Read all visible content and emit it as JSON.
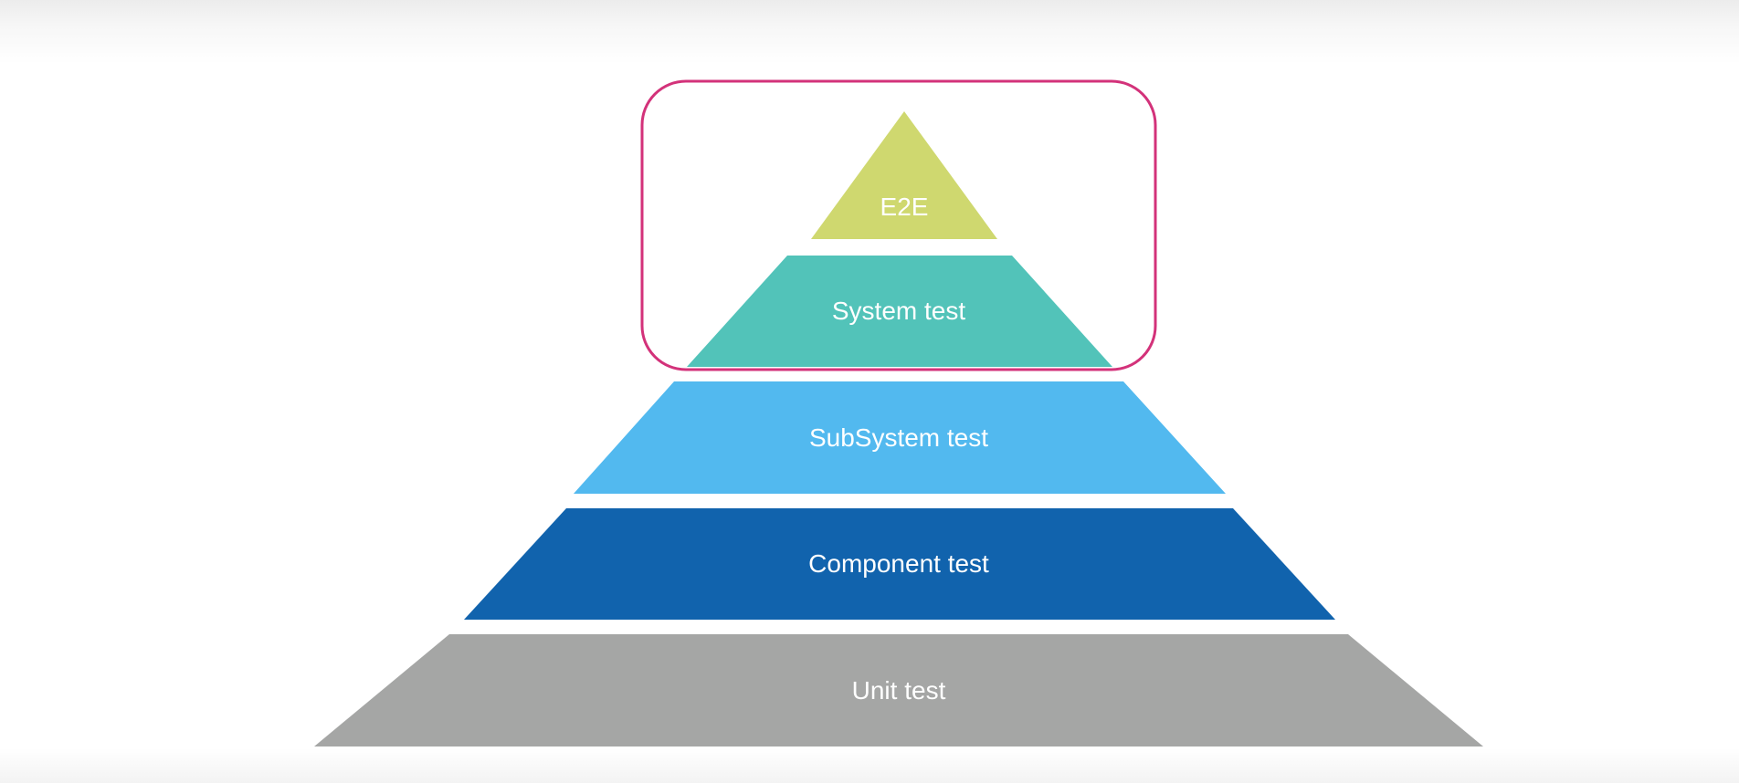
{
  "diagram": {
    "tiers": [
      {
        "label": "E2E",
        "color": "#cfd86f"
      },
      {
        "label": "System test",
        "color": "#52c3b9"
      },
      {
        "label": "SubSystem test",
        "color": "#52b9ef"
      },
      {
        "label": "Component test",
        "color": "#1163ad"
      },
      {
        "label": "Unit test",
        "color": "#a5a6a5"
      }
    ],
    "highlight_color": "#d3327a"
  }
}
